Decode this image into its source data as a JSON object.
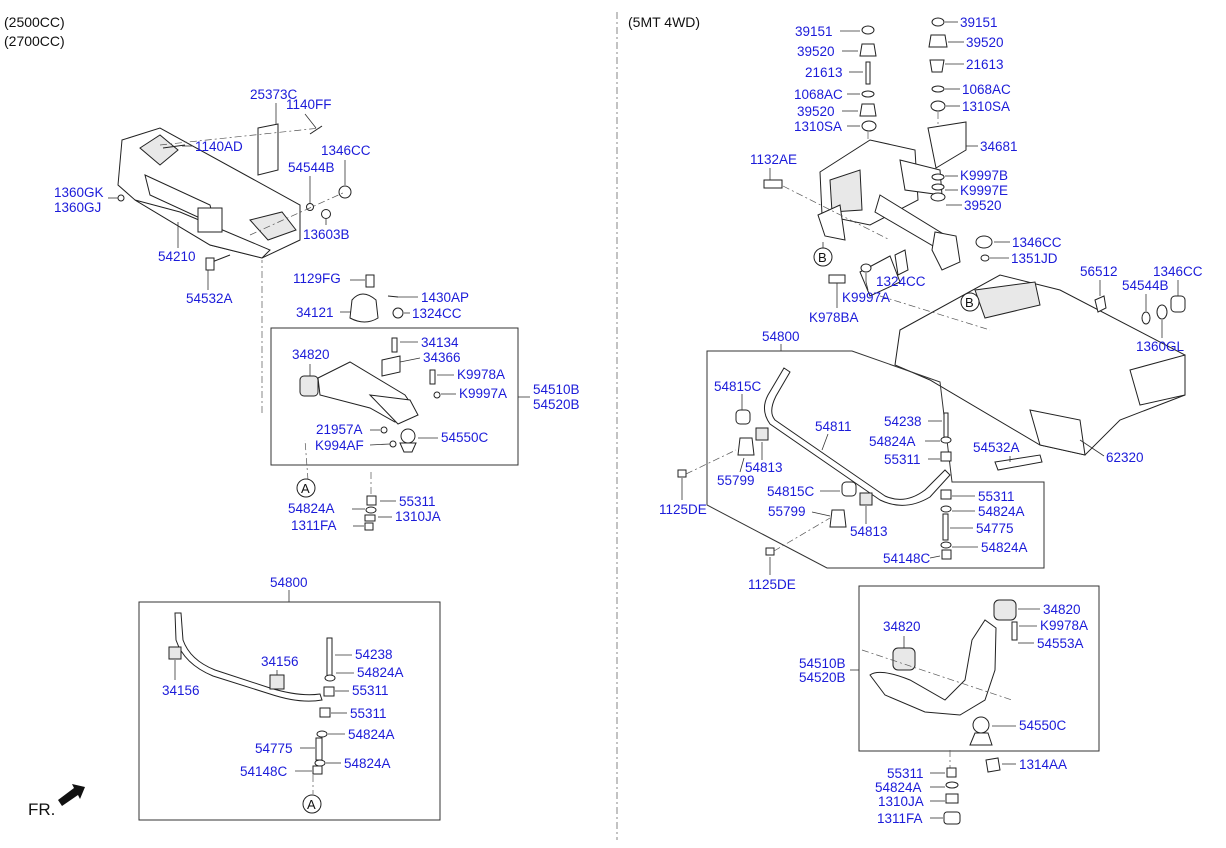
{
  "left_section": {
    "engine_variants": [
      "(2500CC)",
      "(2700CC)"
    ],
    "crossmember_labels": [
      "25373C",
      "1140FF",
      "1140AD",
      "1346CC",
      "54544B",
      "1360GK",
      "1360GJ",
      "13603B",
      "54210",
      "54532A"
    ],
    "lower_arm_labels": [
      "1129FG",
      "1430AP",
      "34121",
      "1324CC",
      "34134",
      "34820",
      "34366",
      "K9978A",
      "K9997A",
      "54510B",
      "54520B",
      "21957A",
      "K994AF",
      "54550C"
    ],
    "callout_a": "A",
    "bottom_hardware": [
      "55311",
      "54824A",
      "1310JA",
      "1311FA"
    ],
    "stabilizer_title": "54800",
    "stabilizer_labels": [
      "54238",
      "34156",
      "54824A",
      "34156",
      "55311",
      "55311",
      "54775",
      "54824A",
      "54148C",
      "54824A"
    ],
    "callout_a2": "A",
    "direction_label": "FR."
  },
  "right_section": {
    "variant": "(5MT 4WD)",
    "mount_stack_left": [
      "39151",
      "39520",
      "21613",
      "1068AC",
      "39520",
      "1310SA"
    ],
    "mount_stack_right": [
      "39151",
      "39520",
      "21613",
      "1068AC",
      "1310SA"
    ],
    "transfer_labels": [
      "1132AE",
      "34681",
      "K9997B",
      "K9997E",
      "39520"
    ],
    "callout_b": "B",
    "crossmember_labels": [
      "1346CC",
      "1351JD",
      "1324CC",
      "K9997A",
      "K978BA",
      "56512",
      "1346CC",
      "54544B",
      "1360GL",
      "54532A",
      "62320"
    ],
    "callout_b2": "B",
    "stabilizer_title": "54800",
    "stabilizer_labels": [
      "54815C",
      "54811",
      "54238",
      "54824A",
      "55311",
      "55799",
      "54813",
      "1125DE",
      "54815C",
      "55311",
      "54824A",
      "55799",
      "54813",
      "54775",
      "54148C",
      "54824A",
      "1125DE"
    ],
    "lower_arm_labels": [
      "34820",
      "34820",
      "K9978A",
      "54553A",
      "54510B",
      "54520B",
      "54550C"
    ],
    "bottom_hardware": [
      "55311",
      "1314AA",
      "54824A",
      "1310JA",
      "1311FA"
    ]
  },
  "colors": {
    "label": "#1b1bd9",
    "line": "#333333",
    "header": "#111111"
  }
}
